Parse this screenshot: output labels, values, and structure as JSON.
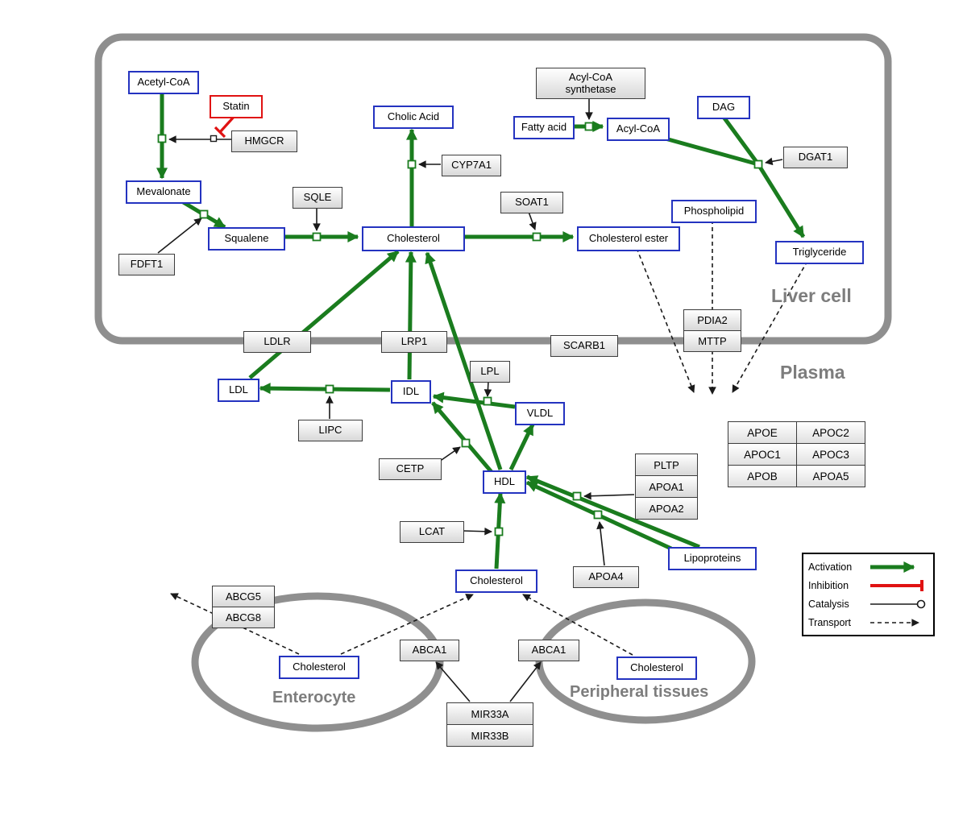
{
  "regions": {
    "liver": "Liver cell",
    "plasma": "Plasma",
    "enterocyte": "Enterocyte",
    "peripheral": "Peripheral tissues"
  },
  "nodes": {
    "acetyl_coa": "Acetyl-CoA",
    "statin": "Statin",
    "hmgcr": "HMGCR",
    "mevalonate": "Mevalonate",
    "fdft1": "FDFT1",
    "squalene": "Squalene",
    "sqle": "SQLE",
    "cholesterol_liver": "Cholesterol",
    "cholic_acid": "Cholic Acid",
    "cyp7a1": "CYP7A1",
    "soat1": "SOAT1",
    "cholesterol_ester": "Cholesterol ester",
    "acyl_coa_synthetase": "Acyl-CoA synthetase",
    "fatty_acid": "Fatty acid",
    "acyl_coa": "Acyl-CoA",
    "dag": "DAG",
    "dgat1": "DGAT1",
    "phospholipid": "Phospholipid",
    "triglyceride": "Triglyceride",
    "ldlr": "LDLR",
    "lrp1": "LRP1",
    "scarb1": "SCARB1",
    "pdia2": "PDIA2",
    "mttp": "MTTP",
    "ldl": "LDL",
    "idl": "IDL",
    "lpl": "LPL",
    "vldl": "VLDL",
    "lipc": "LIPC",
    "cetp": "CETP",
    "hdl": "HDL",
    "lcat": "LCAT",
    "pltp": "PLTP",
    "apoa1": "APOA1",
    "apoa2": "APOA2",
    "apoa4": "APOA4",
    "lipoproteins": "Lipoproteins",
    "cholesterol_plasma": "Cholesterol",
    "abcg5": "ABCG5",
    "abcg8": "ABCG8",
    "cholesterol_enterocyte": "Cholesterol",
    "abca1_left": "ABCA1",
    "abca1_right": "ABCA1",
    "cholesterol_peripheral": "Cholesterol",
    "mir33a": "MIR33A",
    "mir33b": "MIR33B"
  },
  "apo_table": [
    [
      "APOE",
      "APOC2"
    ],
    [
      "APOC1",
      "APOC3"
    ],
    [
      "APOB",
      "APOA5"
    ]
  ],
  "legend": {
    "activation": "Activation",
    "inhibition": "Inhibition",
    "catalysis": "Catalysis",
    "transport": "Transport"
  },
  "colors": {
    "activation_green": "#1a7c1e",
    "inhibition_red": "#e01212",
    "metabolite_border_blue": "#2433c0",
    "membrane_gray": "#8f8f8f"
  }
}
